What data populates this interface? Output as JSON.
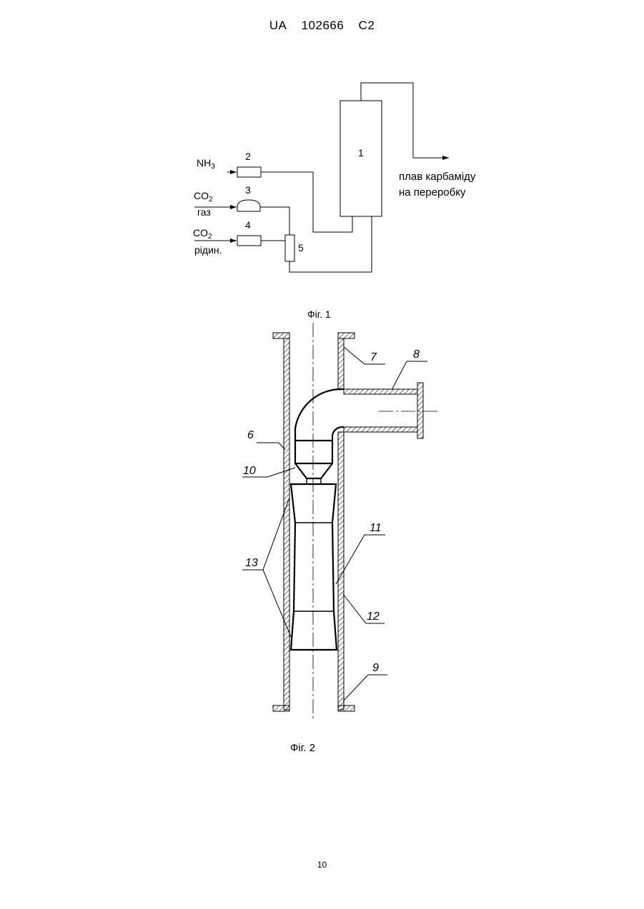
{
  "header": {
    "country": "UA",
    "number": "102666",
    "kind": "C2"
  },
  "fig1": {
    "caption": "Фіг. 1",
    "input_nh3": "NH",
    "input_nh3_sub": "3",
    "input_co2_gas": "CO",
    "input_co2_gas_sub": "2",
    "input_co2_gas_state": "газ",
    "input_co2_liquid": "CO",
    "input_co2_liquid_sub": "2",
    "input_co2_liquid_state": "рідин.",
    "num_1": "1",
    "num_2": "2",
    "num_3": "3",
    "num_4": "4",
    "num_5": "5",
    "output_line1": "плав карбаміду",
    "output_line2": "на переробку"
  },
  "fig2": {
    "caption": "Фіг. 2",
    "num_6": "6",
    "num_7": "7",
    "num_8": "8",
    "num_9": "9",
    "num_10": "10",
    "num_11": "11",
    "num_12": "12",
    "num_13": "13"
  },
  "footer": {
    "page_number": "10"
  }
}
